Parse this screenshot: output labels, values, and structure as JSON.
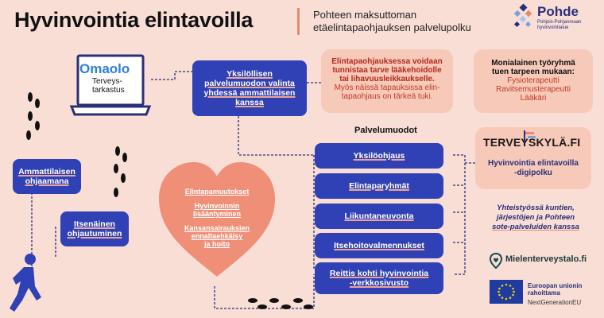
{
  "header": {
    "title": "Hyvinvointia elintavoilla",
    "subtitle_line1": "Pohteen maksuttoman",
    "subtitle_line2": "etäelintapaohjauksen palvelupolku",
    "logo_name": "Pohde",
    "logo_sub_line1": "Pohjois-Pohjanmaan",
    "logo_sub_line2": "hyvinvointialue"
  },
  "laptop": {
    "brand": "Omaolo",
    "label_line1": "Terveys-",
    "label_line2": "tarkastus"
  },
  "left_boxes": {
    "professional_line1": "Ammattilaisen",
    "professional_line2": "ohjaamana",
    "independent_line1": "Itsenäinen",
    "independent_line2": "ohjautuminen"
  },
  "selection_box": {
    "line1": "Yksilöllisen",
    "line2": "palvelumuodon valinta",
    "line3": "yhdessä ammattilaisen",
    "line4": "kanssa"
  },
  "info_card": {
    "bold_line1": "Elintapaohjauksessa voidaan",
    "bold_line2": "tunnistaa tarve lääkehoidolle",
    "bold_line3": "tai lihavuusleikkaukselle.",
    "line4": "Myös näissä tapauksissa elin-",
    "line5": "tapaohjaus on tärkeä tuki."
  },
  "team_card": {
    "line1": "Monialainen työryhmä",
    "line2": "tuen tarpeen mukaan:",
    "line3": "Fysioterapeutti",
    "line4": "Ravitsemusterapeutti",
    "line5": "Lääkäri"
  },
  "services": {
    "heading": "Palvelumuodot",
    "items": [
      {
        "line1": "Yksilöohjaus",
        "line2": ""
      },
      {
        "line1": "Elintaparyhmät",
        "line2": ""
      },
      {
        "line1": "Liikuntaneuvonta",
        "line2": ""
      },
      {
        "line1": "Itsehoitovalmennukset",
        "line2": ""
      },
      {
        "line1": "Reittis kohti hyvinvointia",
        "line2": "-verkkosivusto"
      }
    ]
  },
  "heart": {
    "item1": "Elintapamuutokset",
    "item2_line1": "Hyvinvoinnin",
    "item2_line2": "lisääntyminen",
    "item3_line1": "Kansansairauksien",
    "item3_line2": "ennaltaehkäisy",
    "item3_line3": "ja hoito"
  },
  "terveyskyla": {
    "logo": "TERVEYSKYLÄ.FI",
    "line1": "Hyvinvointia elintavoilla",
    "line2": "-digipolku"
  },
  "cooperation": {
    "line1": "Yhteistyössä kuntien,",
    "line2": "järjestöjen ja Pohteen",
    "line3": "sote-palveluiden kanssa"
  },
  "mielenterveystalo": "Mielenterveystalo.fi",
  "eu": {
    "line1": "Euroopan unionin",
    "line2": "rahoittama",
    "line3": "NextGenerationEU"
  },
  "colors": {
    "background": "#f9ded6",
    "box_blue": "#2f41b5",
    "peach_card": "#f7c9b8",
    "heart": "#f08f78",
    "accent_red": "#c23a2a"
  }
}
